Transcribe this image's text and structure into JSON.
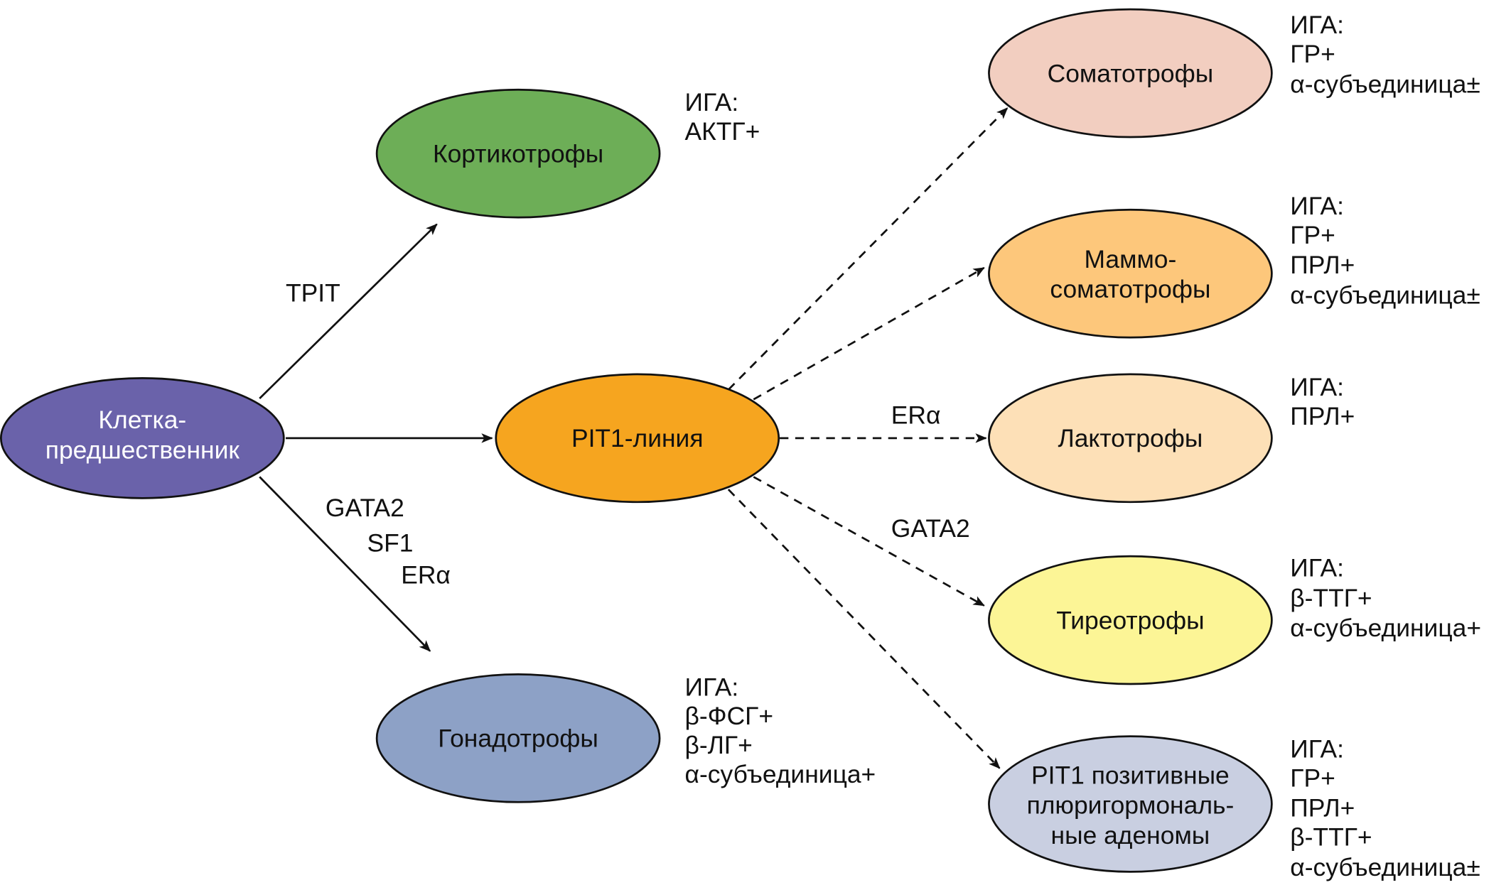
{
  "nodes": {
    "progenitor": {
      "lines": [
        "Клетка-",
        "предшественник"
      ],
      "color": "#6A62AA"
    },
    "corticotrophs": {
      "lines": [
        "Кортикотрофы"
      ],
      "color": "#6DAE57"
    },
    "pit1_lineage": {
      "lines": [
        "PIT1-линия"
      ],
      "color": "#F6A51F"
    },
    "gonadotrophs": {
      "lines": [
        "Гонадотрофы"
      ],
      "color": "#8DA1C6"
    },
    "somatotrophs": {
      "lines": [
        "Соматотрофы"
      ],
      "color": "#F2CEC0"
    },
    "mammosomatotrophs": {
      "lines": [
        "Маммо-",
        "соматотрофы"
      ],
      "color": "#FDC77B"
    },
    "lactotrophs": {
      "lines": [
        "Лактотрофы"
      ],
      "color": "#FDE0B7"
    },
    "thyrotrophs": {
      "lines": [
        "Тиреотрофы"
      ],
      "color": "#FCF596"
    },
    "plurihormonal": {
      "lines": [
        "PIT1 позитивные",
        "плюригормональ-",
        "ные аденомы"
      ],
      "color": "#C9CFE1"
    }
  },
  "edges": {
    "to_corticotrophs": {
      "labels": [
        "TPIT"
      ],
      "style": "solid"
    },
    "to_pit1": {
      "labels": [],
      "style": "solid"
    },
    "to_gonadotrophs": {
      "labels": [
        "GATA2",
        "SF1",
        "ERα"
      ],
      "style": "solid"
    },
    "to_somatotrophs": {
      "labels": [],
      "style": "dashed"
    },
    "to_mammosomatotrophs": {
      "labels": [],
      "style": "dashed"
    },
    "to_lactotrophs": {
      "labels": [
        "ERα"
      ],
      "style": "dashed"
    },
    "to_thyrotrophs": {
      "labels": [
        "GATA2"
      ],
      "style": "dashed"
    },
    "to_plurihormonal": {
      "labels": [],
      "style": "dashed"
    }
  },
  "annotations": {
    "corticotrophs": [
      "ИГА:",
      "АКТГ+"
    ],
    "gonadotrophs": [
      "ИГА:",
      "β-ФСГ+",
      "β-ЛГ+",
      "α-субъединица+"
    ],
    "somatotrophs": [
      "ИГА:",
      "ГР+",
      "α-субъединица±"
    ],
    "mammosomatotrophs": [
      "ИГА:",
      "ГР+",
      "ПРЛ+",
      "α-субъединица±"
    ],
    "lactotrophs": [
      "ИГА:",
      "ПРЛ+"
    ],
    "thyrotrophs": [
      "ИГА:",
      "β-ТТГ+",
      "α-субъединица+"
    ],
    "plurihormonal": [
      "ИГА:",
      "ГР+",
      "ПРЛ+",
      "β-ТТГ+",
      "α-субъединица±"
    ]
  }
}
